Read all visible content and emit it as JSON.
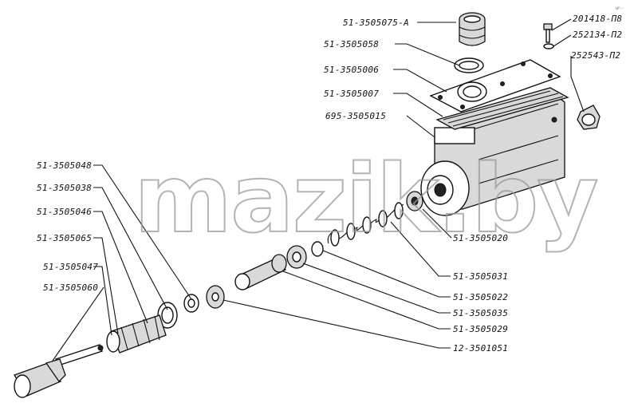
{
  "watermark": "mazik.by",
  "corner_mark": "uᵖ···",
  "labels": {
    "p1": "51-3505075-A",
    "p2": "51-3505058",
    "p3": "51-3505006",
    "p4": "51-3505007",
    "p5": "695-3505015",
    "p6": "201418-П8",
    "p7": "252134-П2",
    "p8": "252543-П2",
    "p9": "51-3505048",
    "p10": "51-3505038",
    "p11": "51-3505046",
    "p12": "51-3505065",
    "p13": "51-3505047",
    "p14": "51-3505060",
    "p15": "51-3505020",
    "p16": "51-3505031",
    "p17": "51-3505022",
    "p18": "51-3505035",
    "p19": "51-3505029",
    "p20": "12-3501051"
  }
}
